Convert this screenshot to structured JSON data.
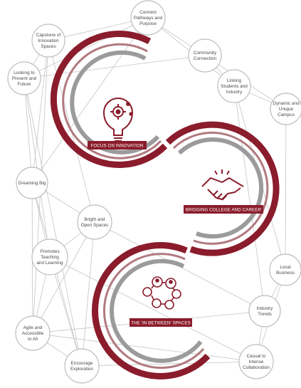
{
  "colors": {
    "maroon": "#8a1c2c",
    "grey": "#9b9b9b",
    "rose": "#b07a7f",
    "line": "#c4c4c4",
    "bubble_border": "#bdbdbd"
  },
  "themes": [
    {
      "label": "FOCUS ON INNOVATION",
      "icon": "lightbulb-gears-icon"
    },
    {
      "label": "BRIDGING COLLEGE AND CAREER",
      "icon": "handshake-icon"
    },
    {
      "label": "THE 'IN BETWEEN' SPACES",
      "icon": "people-network-icon"
    }
  ],
  "nodes": [
    {
      "id": "capstone",
      "lines": [
        "Capstone of",
        "Innovation",
        "Spaces"
      ]
    },
    {
      "id": "connect",
      "lines": [
        "Connect",
        "Pathways and",
        "Purpose"
      ]
    },
    {
      "id": "community",
      "lines": [
        "Community",
        "Connection"
      ]
    },
    {
      "id": "looking",
      "lines": [
        "Looking to",
        "Present and",
        "Future"
      ]
    },
    {
      "id": "linking",
      "lines": [
        "Linking",
        "Students and",
        "Industry"
      ]
    },
    {
      "id": "dynamic",
      "lines": [
        "Dynamic and",
        "Unique",
        "Campus"
      ]
    },
    {
      "id": "dreaming",
      "lines": [
        "Dreaming Big"
      ]
    },
    {
      "id": "bright",
      "lines": [
        "Bright and",
        "Open Spaces"
      ]
    },
    {
      "id": "promotes",
      "lines": [
        "Promotes",
        "Teaching",
        "and Learning"
      ]
    },
    {
      "id": "local",
      "lines": [
        "Local",
        "Business"
      ]
    },
    {
      "id": "industry",
      "lines": [
        "Industry",
        "Trends"
      ]
    },
    {
      "id": "agile",
      "lines": [
        "Agile and",
        "Accessible",
        "to All"
      ]
    },
    {
      "id": "encourage",
      "lines": [
        "Encourage",
        "Exploration"
      ]
    },
    {
      "id": "casual",
      "lines": [
        "Casual to",
        "Intense",
        "Collaboration"
      ]
    }
  ]
}
